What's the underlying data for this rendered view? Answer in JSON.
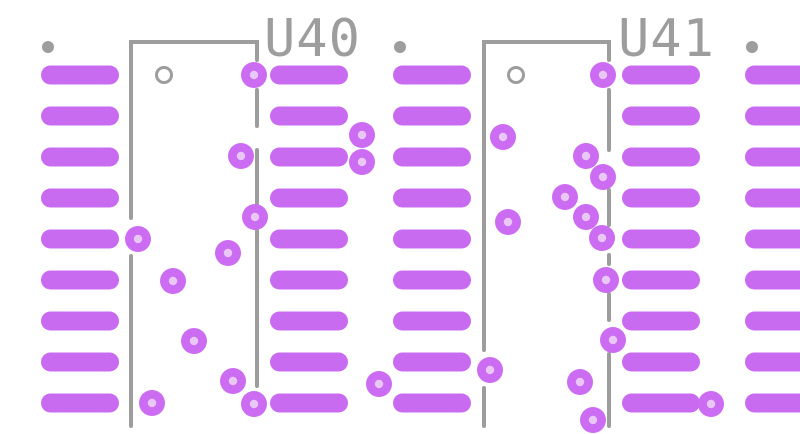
{
  "colors": {
    "background": "#ffffff",
    "pad": "#c86bf0",
    "via_ring": "#cc6cf2",
    "via_hole": "#e9c7f7",
    "silkscreen": "#9d9d9d"
  },
  "components": [
    {
      "id": "u40",
      "ref": "U40"
    },
    {
      "id": "u41",
      "ref": "U41"
    }
  ]
}
